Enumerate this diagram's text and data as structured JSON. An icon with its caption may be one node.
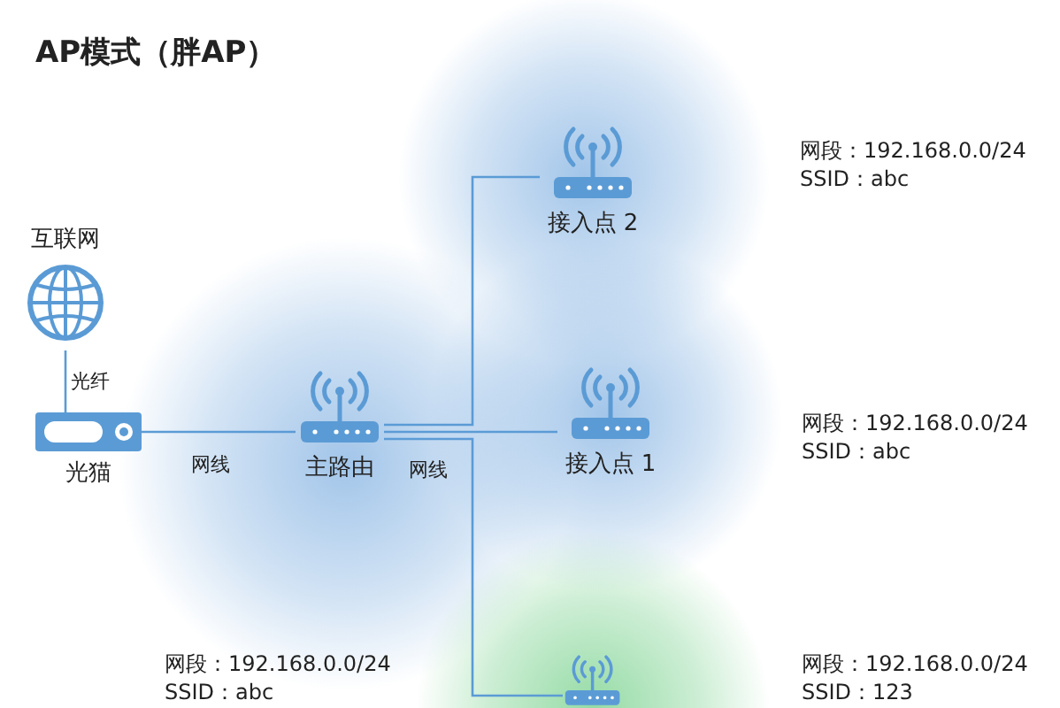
{
  "diagram": {
    "title": "AP模式（胖AP）",
    "nodes": [
      {
        "text": [
          "互联网"
        ]
      },
      {
        "text": [
          "光猫"
        ]
      },
      {
        "text": [
          "主路由"
        ]
      },
      {
        "text": [
          "接入点 2"
        ]
      },
      {
        "text": [
          "接入点 1"
        ]
      },
      {
        "text": [],
        "shape": "picture"
      }
    ],
    "edges": [
      {
        "from": 0,
        "to": 1,
        "arrow": "none",
        "label": "光纤"
      },
      {
        "from": 1,
        "to": 2,
        "arrow": "none",
        "label": "网线"
      },
      {
        "from": 2,
        "to": 3,
        "arrow": "none"
      },
      {
        "from": 2,
        "to": 4,
        "arrow": "none",
        "label": "网线"
      },
      {
        "from": 2,
        "to": 5,
        "arrow": "none"
      }
    ],
    "labels": [
      "网段：192.168.0.0/24",
      "SSID：abc",
      "网段：192.168.0.0/24",
      "SSID：abc",
      "网段：192.168.0.0/24",
      "SSID：abc",
      "网段：192.168.0.0/24",
      "SSID：123"
    ]
  }
}
